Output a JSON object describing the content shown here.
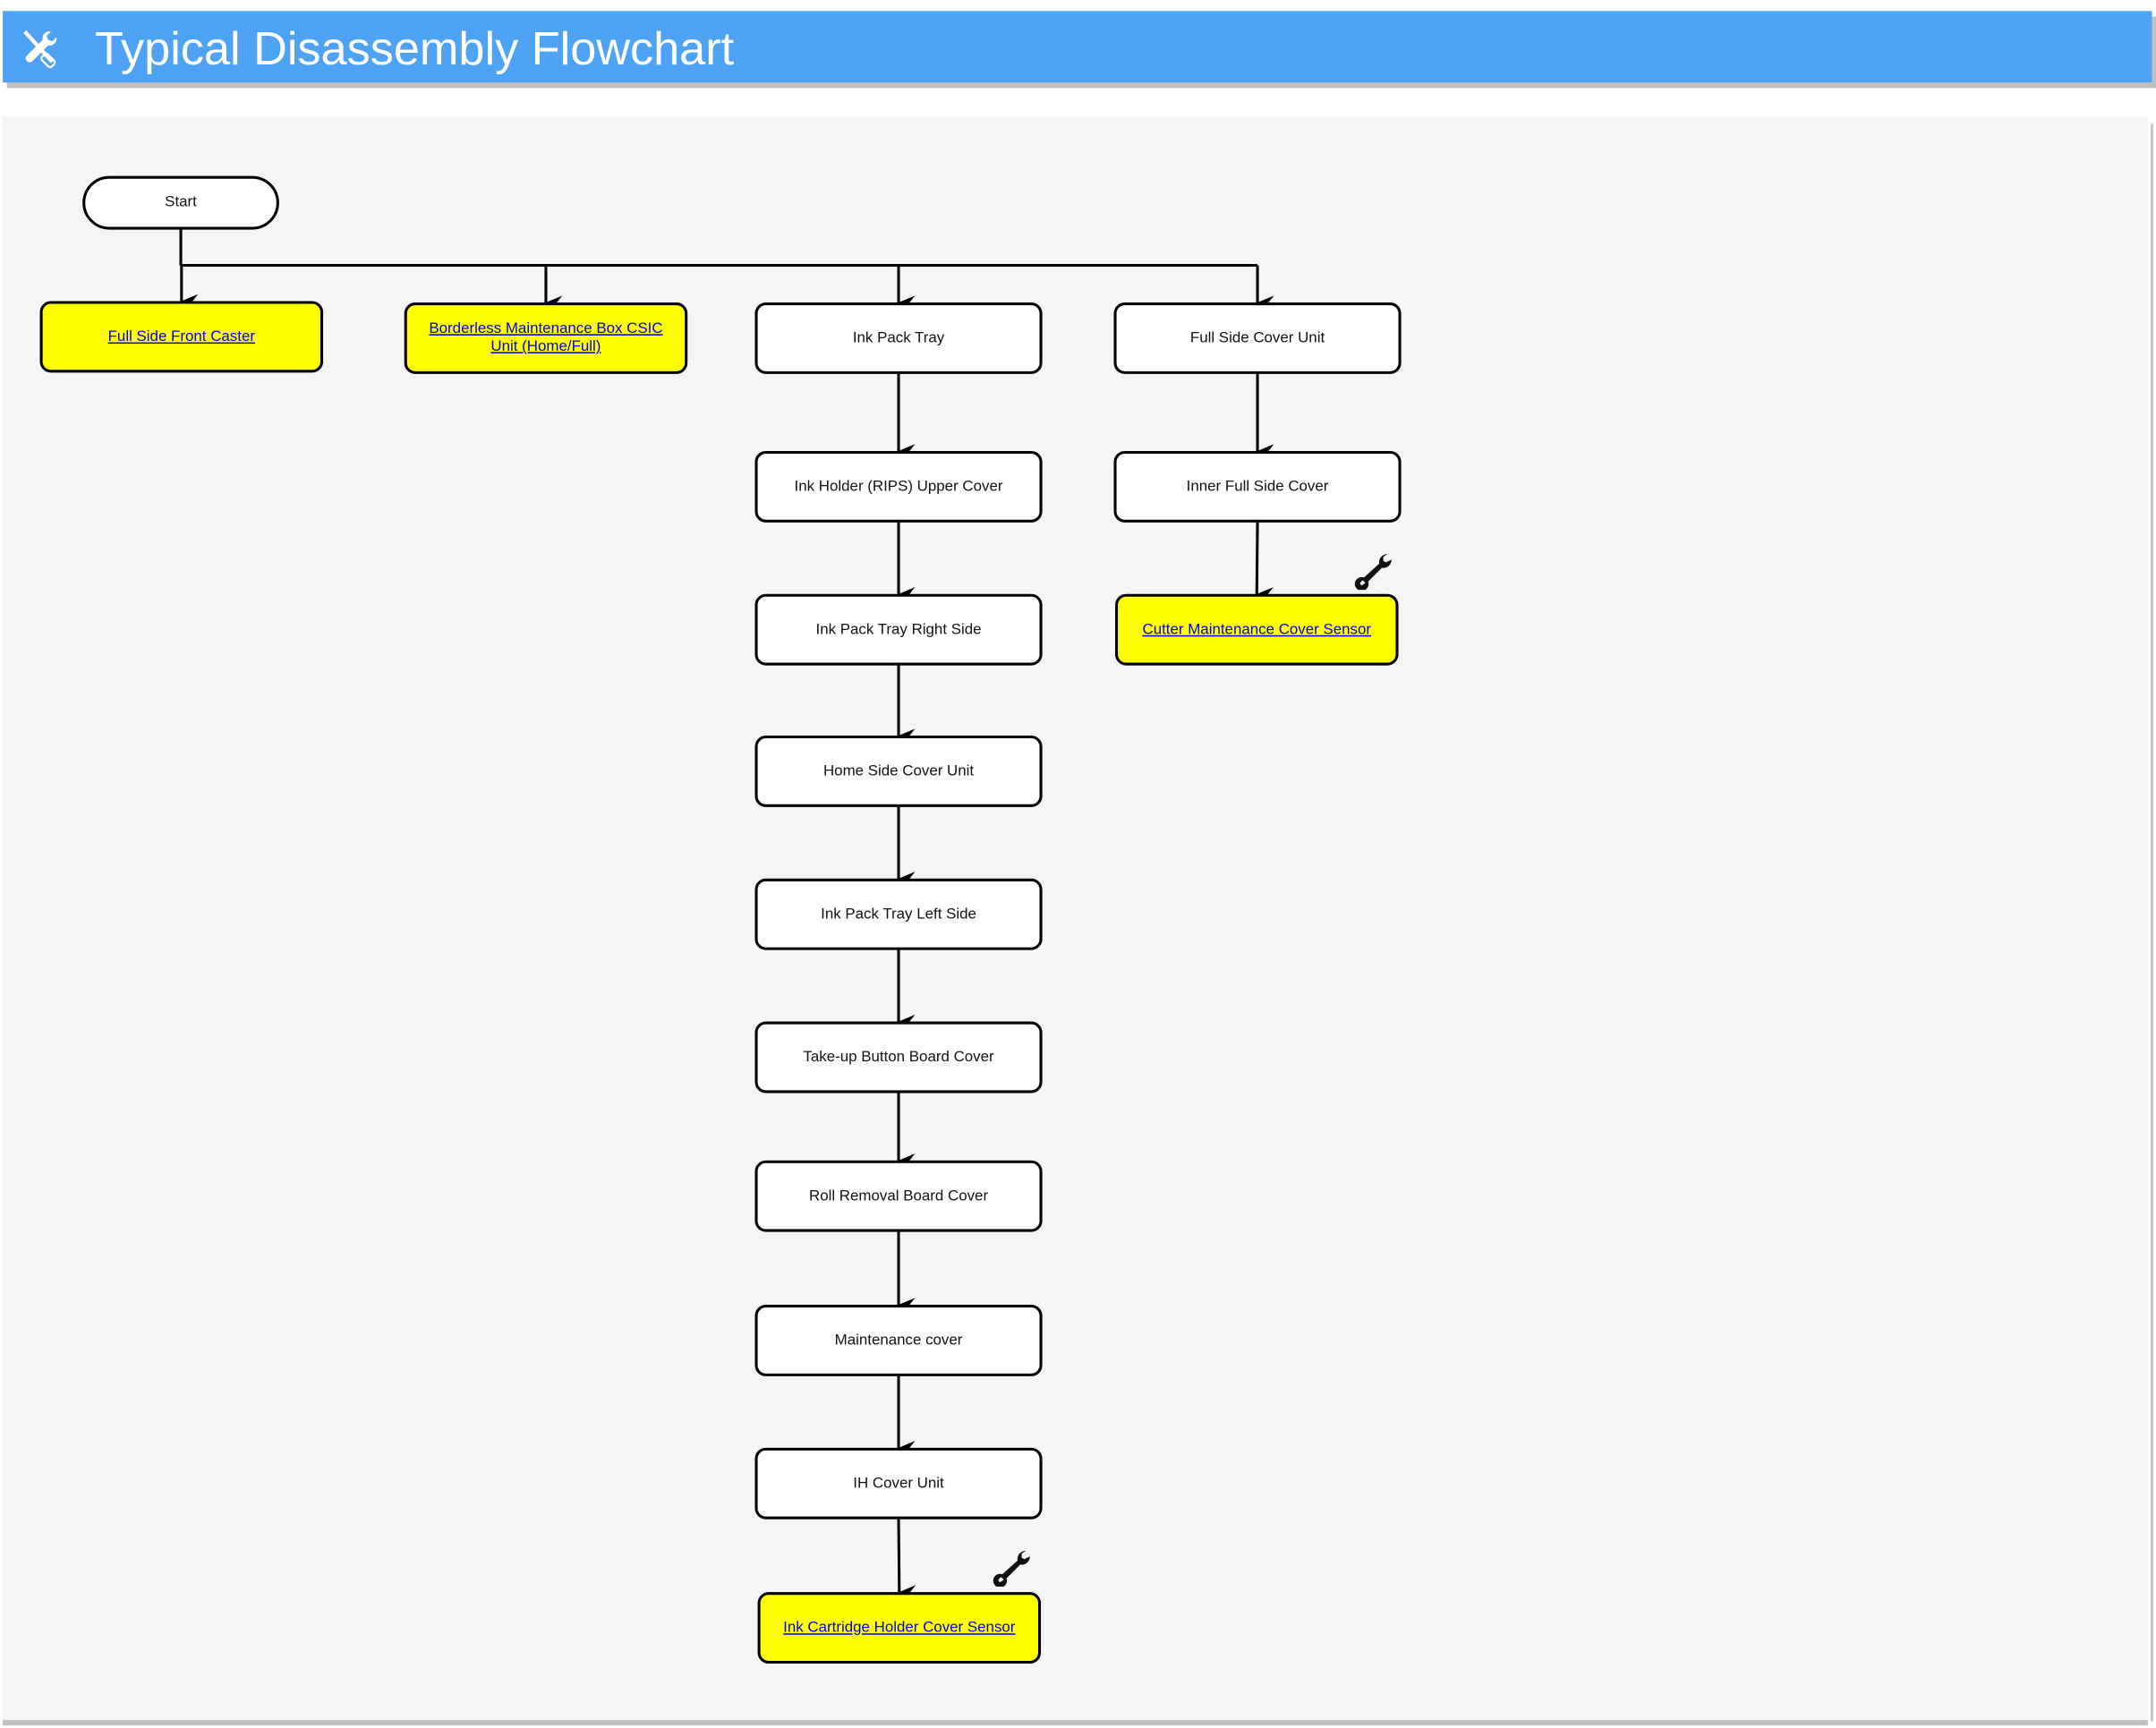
{
  "header": {
    "title": "Typical Disassembly Flowchart",
    "icon": "tools-icon",
    "color": "#4fa3f5"
  },
  "flowchart": {
    "nodes": [
      {
        "id": "start",
        "label": "Start",
        "type": "terminator"
      },
      {
        "id": "n1",
        "label": "Full Side Front Caster",
        "type": "link",
        "fill": "#ffff00"
      },
      {
        "id": "n2",
        "label": "Borderless Maintenance Box CSIC Unit (Home/Full)",
        "type": "link",
        "fill": "#ffff00"
      },
      {
        "id": "n3",
        "label": "Ink Pack Tray",
        "type": "process"
      },
      {
        "id": "n4",
        "label": "Ink Holder (RIPS) Upper Cover",
        "type": "process"
      },
      {
        "id": "n5",
        "label": "Ink Pack Tray Right Side",
        "type": "process"
      },
      {
        "id": "n6",
        "label": "Home Side Cover Unit",
        "type": "process"
      },
      {
        "id": "n7",
        "label": "Ink Pack Tray Left Side",
        "type": "process"
      },
      {
        "id": "n8",
        "label": "Take-up Button Board Cover",
        "type": "process"
      },
      {
        "id": "n9",
        "label": "Roll Removal Board Cover",
        "type": "process"
      },
      {
        "id": "n10",
        "label": "Maintenance cover",
        "type": "process"
      },
      {
        "id": "n11",
        "label": "IH Cover Unit",
        "type": "process"
      },
      {
        "id": "n12",
        "label": "Ink Cartridge Holder Cover Sensor",
        "type": "link",
        "fill": "#ffff00",
        "icon": "wrench-icon"
      },
      {
        "id": "n13",
        "label": "Full Side Cover Unit",
        "type": "process"
      },
      {
        "id": "n14",
        "label": "Inner Full Side Cover",
        "type": "process"
      },
      {
        "id": "n15",
        "label": "Cutter Maintenance Cover Sensor",
        "type": "link",
        "fill": "#ffff00",
        "icon": "wrench-icon"
      }
    ],
    "edges": [
      [
        "start",
        "n1"
      ],
      [
        "start",
        "n2"
      ],
      [
        "start",
        "n3"
      ],
      [
        "start",
        "n13"
      ],
      [
        "n3",
        "n4"
      ],
      [
        "n4",
        "n5"
      ],
      [
        "n5",
        "n6"
      ],
      [
        "n6",
        "n7"
      ],
      [
        "n7",
        "n8"
      ],
      [
        "n8",
        "n9"
      ],
      [
        "n9",
        "n10"
      ],
      [
        "n10",
        "n11"
      ],
      [
        "n11",
        "n12"
      ],
      [
        "n13",
        "n14"
      ],
      [
        "n14",
        "n15"
      ]
    ]
  }
}
